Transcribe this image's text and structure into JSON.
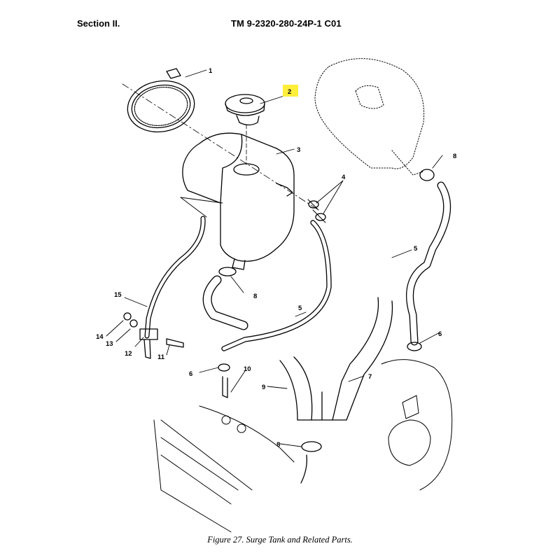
{
  "header": {
    "section": "Section II.",
    "manual_id": "TM 9-2320-280-24P-1  C01"
  },
  "callouts": [
    {
      "id": "c1",
      "label": "1"
    },
    {
      "id": "c2",
      "label": "2"
    },
    {
      "id": "c3",
      "label": "3"
    },
    {
      "id": "c4",
      "label": "4"
    },
    {
      "id": "c5a",
      "label": "5"
    },
    {
      "id": "c5b",
      "label": "5"
    },
    {
      "id": "c6a",
      "label": "6"
    },
    {
      "id": "c6b",
      "label": "6"
    },
    {
      "id": "c7",
      "label": "7"
    },
    {
      "id": "c8a",
      "label": "8"
    },
    {
      "id": "c8b",
      "label": "8"
    },
    {
      "id": "c8c",
      "label": "8"
    },
    {
      "id": "c9",
      "label": "9"
    },
    {
      "id": "c10",
      "label": "10"
    },
    {
      "id": "c11",
      "label": "11"
    },
    {
      "id": "c12",
      "label": "12"
    },
    {
      "id": "c13",
      "label": "13"
    },
    {
      "id": "c14",
      "label": "14"
    },
    {
      "id": "c15",
      "label": "15"
    }
  ],
  "highlight": {
    "callout": "2",
    "color": "#ffee3a"
  },
  "caption": "Figure 27.  Surge Tank and Related Parts."
}
